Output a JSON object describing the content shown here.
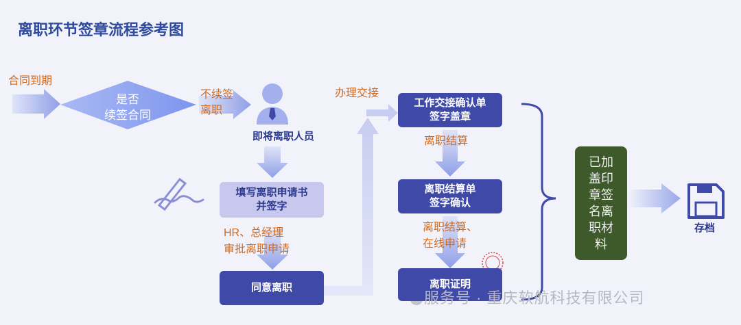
{
  "title": "离职环节签章流程参考图",
  "labels": {
    "contract_expire": "合同到期",
    "not_renew_line1": "不续签",
    "not_renew_line2": "离职",
    "handover": "办理交接",
    "settlement": "离职结算",
    "hr_line1": "HR、总经理",
    "hr_line2": "审批离职申请",
    "settle_online_line1": "离职结算、",
    "settle_online_line2": "在线申请"
  },
  "decision": {
    "line1": "是否",
    "line2": "续签合同"
  },
  "person": {
    "label": "即将离职人员"
  },
  "boxes": {
    "fill_form_line1": "填写离职申请书",
    "fill_form_line2": "并签字",
    "agree": "同意离职",
    "handover_line1": "工作交接确认单",
    "handover_line2": "签字盖章",
    "settle_line1": "离职结算单",
    "settle_line2": "签字确认",
    "certificate": "离职证明",
    "stamped_line1": "已加",
    "stamped_line2": "盖印",
    "stamped_line3": "章签",
    "stamped_line4": "名离",
    "stamped_line5": "职材",
    "stamped_line6": "料"
  },
  "archive": {
    "label": "存档"
  },
  "watermark": "服务号 · 重庆软航科技有限公司",
  "colors": {
    "title": "#2e4a9c",
    "orange_text": "#d2691e",
    "dark_box": "#3f4aa8",
    "light_box": "#c8c8ee",
    "green_box": "#3e5a2a",
    "diamond": "#8fa3f0",
    "arrow": "#8f9fe6"
  }
}
